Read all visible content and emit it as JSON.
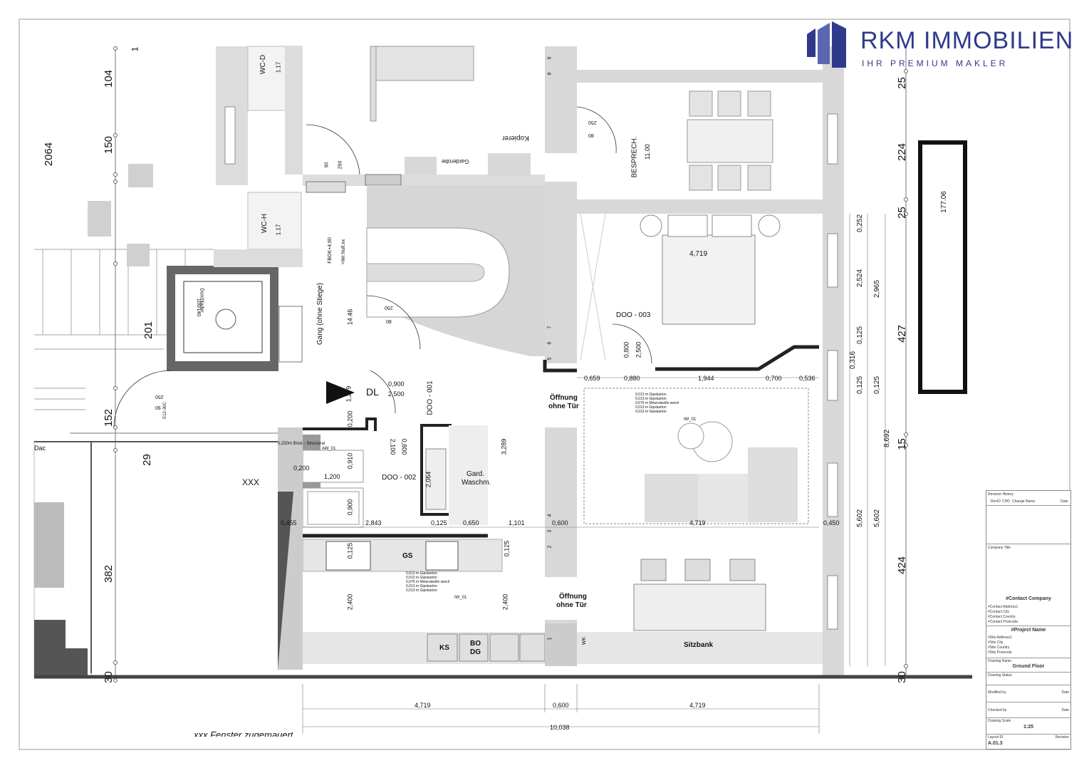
{
  "brand": {
    "name": "RKM IMMOBILIEN",
    "tagline": "IHR PREMIUM MAKLER",
    "color": "#2f3a8a"
  },
  "dims_left": {
    "d1": "1",
    "d104": "104",
    "d150": "150",
    "d2064": "2064",
    "d201": "201",
    "d152": "152",
    "d29": "29",
    "d382": "382",
    "d30": "30"
  },
  "dims_right": {
    "d25a": "25",
    "d224": "224",
    "d25b": "25",
    "d427": "427",
    "d15": "15",
    "d424": "424",
    "d30": "30",
    "v0252": "0,252",
    "v2524": "2,524",
    "v2965": "2,965",
    "v0125a": "0,125",
    "v0316": "0,316",
    "v0125b": "0,125",
    "v0125c": "0,125",
    "v8692": "8,692",
    "v5602a": "5,602",
    "v5602b": "5,602"
  },
  "box": {
    "label": "177.06"
  },
  "rooms": {
    "wcd": "WC-D",
    "wcd_area": "1.17",
    "wch": "WC-H",
    "wch_area": "1.17",
    "kopierer": "Kopierer",
    "garderobe": "Garderobe",
    "besprech": "BESPRECH.",
    "besprech_area": "11.00",
    "gang": "Gang (ohne Stiege)",
    "gang_area": "14.46",
    "fbok": "FBOK+4,60",
    "null": "=Wr.Null.xx",
    "durchlader": "Durchlader",
    "lift": "100/140",
    "dl": "DL",
    "xxx": "XXX",
    "dac": "Dac",
    "gard": "Gard.",
    "waschm": "Waschm.",
    "gs": "GS",
    "ks": "KS",
    "bo": "BO",
    "dg": "DG",
    "sitzbank": "Sitzbank",
    "oeffnung1a": "Öffnung",
    "oeffnung1b": "ohne Tür",
    "oeffnung2a": "Öffnung",
    "oeffnung2b": "ohne Tür",
    "fenster": "xxx Fenster zugemauert",
    "brick": "0,250m  Brick - Structural",
    "aw01": "AW_01",
    "iw01a": "IW_01",
    "iw01b": "IW_01",
    "e12": "E12-30C",
    "wk": "WK"
  },
  "doors": {
    "doo001": "DOO - 001",
    "doo002": "DOO - 002",
    "doo003": "DOO - 003",
    "d0900": "0,900",
    "d2500a": "2,500",
    "d0800a": "0,800",
    "d2500b": "2,500",
    "d0800b": "0,800",
    "d2100": "2,100",
    "s250a": "250",
    "s80a": "80",
    "s250b": "250",
    "s80b": "80",
    "s90": "90",
    "s250c": "250",
    "s250d": "250",
    "s90b": "90"
  },
  "dims_plan": {
    "d4719top": "4,719",
    "d1279": "1,279",
    "d0200a": "0,200",
    "d0910": "0,910",
    "d0200b": "0,200",
    "d1200": "1,200",
    "d0900b": "0,900",
    "d2064": "2,064",
    "d3289": "3,289",
    "d0455": "0,455",
    "d2843": "2,843",
    "d0125a": "0,125",
    "d0650": "0,650",
    "d1101": "1,101",
    "d0600a": "0,600",
    "d4719mid": "4,719",
    "d0450": "0,450",
    "d0125b": "0,125",
    "d0125c": "0,125",
    "d2400a": "2,400",
    "d2400b": "2,400",
    "d0659": "0,659",
    "d0880": "0,880",
    "d1944": "1,944",
    "d0700": "0,700",
    "d0536": "0,536",
    "b4719a": "4,719",
    "b0600": "0,600",
    "b4719b": "4,719",
    "b10038": "10,038"
  },
  "layers1": [
    "0,013 m  Gipskarton",
    "0,013 m  Gipskarton",
    "0,075 m  Mineralwolle weich",
    "0,013 m  Gipskarton",
    "0,013 m  Gipskarton"
  ],
  "layers2": [
    "0,013 m  Gipskarton",
    "0,013 m  Gipskarton",
    "0,075 m  Mineralwolle weich",
    "0,013 m  Gipskarton",
    "0,013 m  Gipskarton"
  ],
  "axes": [
    "9",
    "8",
    "7",
    "6",
    "5",
    "4",
    "3",
    "2",
    "1"
  ],
  "title_block": {
    "revision_history": "Revision History",
    "cols": [
      "RevID",
      "CHD",
      "Change Name",
      "Date"
    ],
    "company_title": "Company Title",
    "contact_company": "#Contact Company",
    "contact_lines": [
      "#Contact Address1",
      "#Contact City",
      "#Contact Country",
      "#Contact Postcode"
    ],
    "project_name": "#Project Name",
    "site_lines": [
      "#Site Address1",
      "#Site City",
      "#Site Country",
      "#Site Postcode"
    ],
    "drawing_name_label": "Drawing Name",
    "drawing_name": "Ground Floor",
    "drawing_status": "Drawing Status",
    "modified_by": "Modified by",
    "checked_by": "Checked by",
    "date1": "Date",
    "date2": "Date",
    "drawing_scale": "Drawing Scale",
    "scale": "1:25",
    "layout_id": "Layout ID",
    "revision": "Revision",
    "layout": "A.01.3"
  }
}
